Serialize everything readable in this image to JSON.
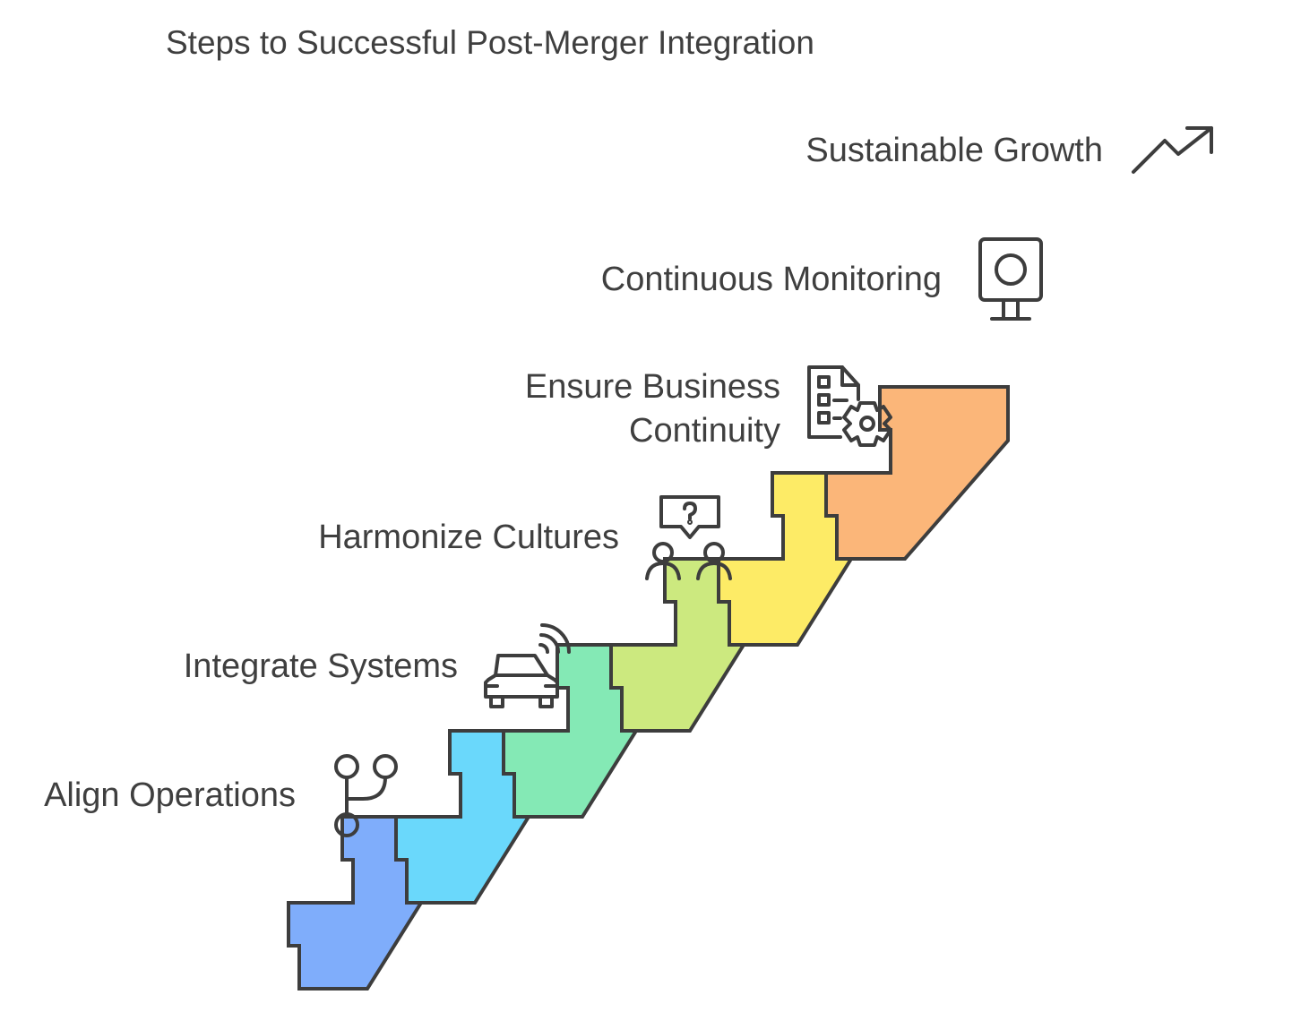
{
  "title": "Steps to Successful Post-Merger Integration",
  "steps": [
    {
      "label_lines": [
        "Align Operations"
      ],
      "icon": "git-branch-icon",
      "color": "#7fadfb"
    },
    {
      "label_lines": [
        "Integrate Systems"
      ],
      "icon": "connected-car-icon",
      "color": "#6ad8fb"
    },
    {
      "label_lines": [
        "Harmonize Cultures"
      ],
      "icon": "people-question-icon",
      "color": "#84e9b5"
    },
    {
      "label_lines": [
        "Ensure Business",
        "Continuity"
      ],
      "icon": "checklist-gear-icon",
      "color": "#cce97f"
    },
    {
      "label_lines": [
        "Continuous Monitoring"
      ],
      "icon": "monitor-icon",
      "color": "#fdeb66"
    },
    {
      "label_lines": [
        "Sustainable Growth"
      ],
      "icon": "trending-up-icon",
      "color": "#fbb679"
    }
  ]
}
